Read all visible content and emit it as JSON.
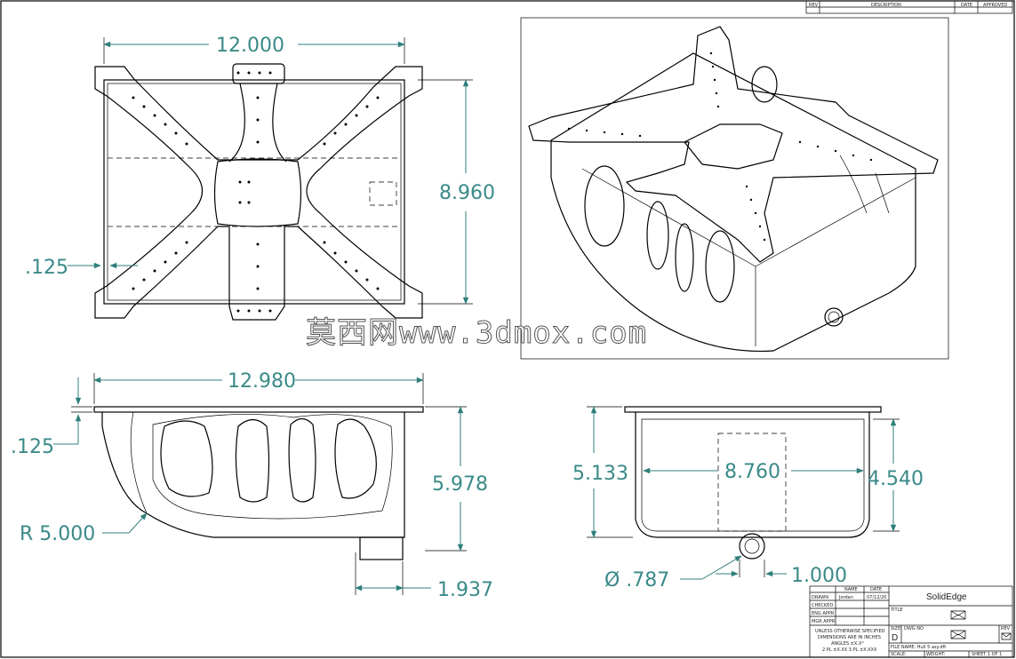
{
  "revision_table": {
    "headers": [
      "REV",
      "DESCRIPTION",
      "DATE",
      "APPROVED"
    ]
  },
  "dimensions": {
    "top_width": "12.000",
    "top_height": "8.960",
    "top_thickness": ".125",
    "side_width": "12.980",
    "side_thickness": ".125",
    "side_height": "5.978",
    "side_radius": "R 5.000",
    "side_bottom_offset": "1.937",
    "front_height_outer": "5.133",
    "front_width": "8.760",
    "front_height_inner": "4.540",
    "front_hole_dia": "Ø .787",
    "front_hole_offset": "1.000"
  },
  "watermark": "莫西网www.3dmox.com",
  "title_block": {
    "col_name": "NAME",
    "col_date": "DATE",
    "rows": [
      "DRAWN",
      "CHECKED",
      "ENG APPR",
      "MGR APPR"
    ],
    "drawn_name": "Jordan",
    "drawn_date": "07/12/20",
    "company": "SolidEdge",
    "title_label": "TITLE",
    "size_label": "SIZE",
    "size_value": "D",
    "dwg_label": "DWG NO",
    "rev_label": "REV",
    "notes": [
      "UNLESS OTHERWISE SPECIFIED",
      "DIMENSIONS ARE IN INCHES",
      "ANGLES ±X.X°",
      "2 PL ±X.XX  3 PL ±X.XXX"
    ],
    "file_name": "FILE NAME: Hull 5 asy.dft",
    "scale": "SCALE:",
    "weight": "WEIGHT:",
    "sheet": "SHEET 1 OF 1"
  }
}
